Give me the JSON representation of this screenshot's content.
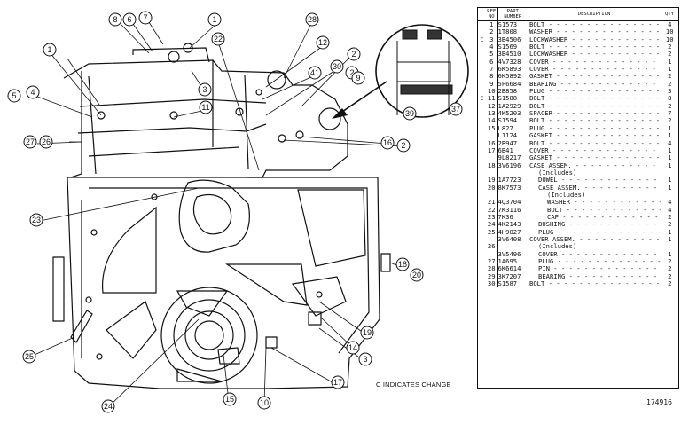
{
  "callouts": [
    "8",
    "6",
    "7",
    "1",
    "22",
    "28",
    "12",
    "2",
    "1",
    "41",
    "30",
    "2",
    "9",
    "5",
    "4",
    "3",
    "11",
    "27",
    "26",
    "16",
    "2",
    "39",
    "37",
    "23",
    "18",
    "20",
    "19",
    "14",
    "3",
    "17",
    "25",
    "24",
    "15",
    "10"
  ],
  "parts_table": {
    "headers": {
      "ref": "REF NO",
      "part": "PART NUMBER",
      "description": "DESCRIPTION",
      "qty": "QTY"
    },
    "rows": [
      {
        "chg": "",
        "ref": "1",
        "part": "S1573",
        "desc": "BOLT",
        "qty": "4"
      },
      {
        "chg": "",
        "ref": "2",
        "part": "1T808",
        "desc": "WASHER",
        "qty": "10"
      },
      {
        "chg": "C",
        "ref": "3",
        "part": "3B4506",
        "desc": "LOCKWASHER",
        "qty": "10"
      },
      {
        "chg": "",
        "ref": "4",
        "part": "S1569",
        "desc": "BOLT",
        "qty": "2"
      },
      {
        "chg": "",
        "ref": "5",
        "part": "3B4510",
        "desc": "LOCKWASHER",
        "qty": "2"
      },
      {
        "chg": "",
        "ref": "6",
        "part": "4V7328",
        "desc": "COVER",
        "qty": "1"
      },
      {
        "chg": "",
        "ref": "7",
        "part": "6K5893",
        "desc": "COVER",
        "qty": "1"
      },
      {
        "chg": "",
        "ref": "8",
        "part": "6K5892",
        "desc": "GASKET",
        "qty": "2"
      },
      {
        "chg": "",
        "ref": "9",
        "part": "5P6684",
        "desc": "BEARING",
        "qty": "2"
      },
      {
        "chg": "",
        "ref": "10",
        "part": "2B858",
        "desc": "PLUG",
        "qty": "3"
      },
      {
        "chg": "C",
        "ref": "11",
        "part": "S1588",
        "desc": "BOLT",
        "qty": "8"
      },
      {
        "chg": "",
        "ref": "12",
        "part": "1A2929",
        "desc": "BOLT",
        "qty": "2"
      },
      {
        "chg": "",
        "ref": "13",
        "part": "4K5203",
        "desc": "SPACER",
        "qty": "7"
      },
      {
        "chg": "",
        "ref": "14",
        "part": "S1594",
        "desc": "BOLT",
        "qty": "2"
      },
      {
        "chg": "",
        "ref": "15",
        "part": "L827",
        "desc": "PLUG",
        "qty": "1"
      },
      {
        "chg": "",
        "ref": "",
        "part": "L1124",
        "desc": "GASKET",
        "qty": "1"
      },
      {
        "chg": "",
        "ref": "16",
        "part": "2B947",
        "desc": "BOLT",
        "qty": "4"
      },
      {
        "chg": "",
        "ref": "17",
        "part": "6B41",
        "desc": "COVER",
        "qty": "1"
      },
      {
        "chg": "",
        "ref": "",
        "part": "9L8217",
        "desc": "GASKET",
        "qty": "1"
      },
      {
        "chg": "",
        "ref": "18",
        "part": "3V6196",
        "desc": "CASE ASSEM.",
        "qty": "1"
      },
      {
        "chg": "",
        "ref": "",
        "part": "",
        "desc": "(Includes)",
        "indent": 1,
        "qty": ""
      },
      {
        "chg": "",
        "ref": "19",
        "part": "1A7723",
        "desc": "DOWEL",
        "indent": 1,
        "qty": "1"
      },
      {
        "chg": "",
        "ref": "20",
        "part": "8K7573",
        "desc": "CASE ASSEM.",
        "indent": 1,
        "qty": "1"
      },
      {
        "chg": "",
        "ref": "",
        "part": "",
        "desc": "(Includes)",
        "indent": 2,
        "qty": ""
      },
      {
        "chg": "",
        "ref": "21",
        "part": "4Q3704",
        "desc": "WASHER",
        "indent": 2,
        "qty": "4"
      },
      {
        "chg": "",
        "ref": "22",
        "part": "7K3116",
        "desc": "BOLT",
        "indent": 2,
        "qty": "4"
      },
      {
        "chg": "",
        "ref": "23",
        "part": "7K36",
        "desc": "CAP",
        "indent": 2,
        "qty": "2"
      },
      {
        "chg": "",
        "ref": "24",
        "part": "4K2143",
        "desc": "BUSHING",
        "indent": 1,
        "qty": "2"
      },
      {
        "chg": "",
        "ref": "25",
        "part": "4H9027",
        "desc": "PLUG",
        "indent": 1,
        "qty": "1"
      },
      {
        "chg": "",
        "ref": "",
        "part": "3V6408",
        "desc": "COVER ASSEM.",
        "qty": "1"
      },
      {
        "chg": "",
        "ref": "26",
        "part": "",
        "desc": "(Includes)",
        "indent": 1,
        "qty": ""
      },
      {
        "chg": "",
        "ref": "",
        "part": "3V5496",
        "desc": "COVER",
        "indent": 1,
        "qty": "1"
      },
      {
        "chg": "",
        "ref": "27",
        "part": "1A695",
        "desc": "PLUG",
        "indent": 1,
        "qty": "2"
      },
      {
        "chg": "",
        "ref": "28",
        "part": "6K6614",
        "desc": "PIN",
        "indent": 1,
        "qty": "2"
      },
      {
        "chg": "",
        "ref": "29",
        "part": "3K7207",
        "desc": "BEARING",
        "indent": 1,
        "qty": "2"
      },
      {
        "chg": "",
        "ref": "30",
        "part": "S1587",
        "desc": "BOLT",
        "qty": "2"
      }
    ]
  },
  "change_note": "C INDICATES CHANGE",
  "drawing_number": "174916"
}
